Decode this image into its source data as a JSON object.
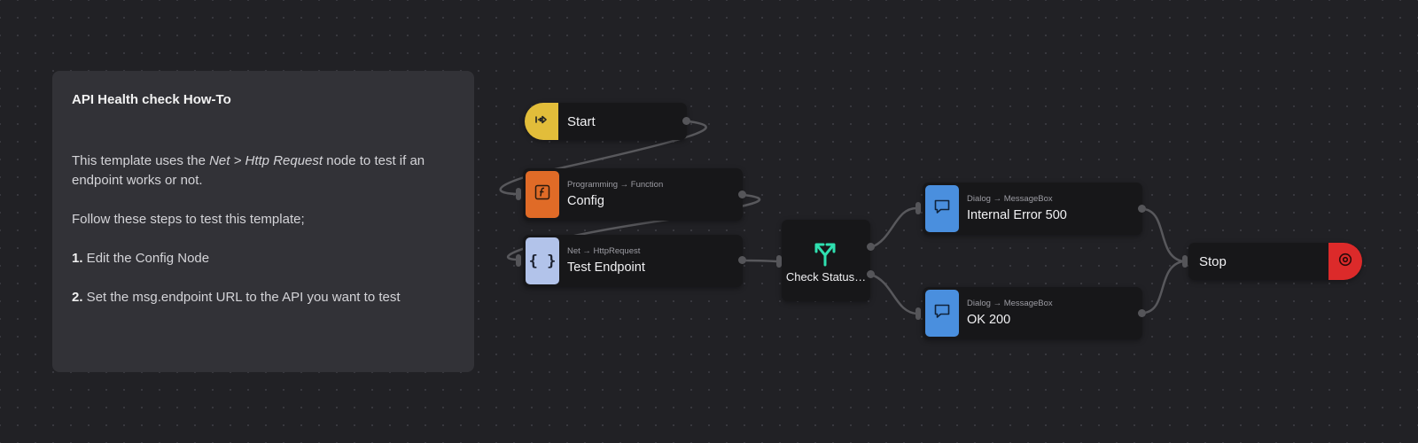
{
  "note": {
    "title": "API Health check How-To",
    "para1_a": "This template uses the ",
    "para1_em": "Net > Http Request",
    "para1_b": " node to test if an endpoint works or not.",
    "para2": "Follow these steps to test this template;",
    "step1_num": "1.",
    "step1_text": " Edit the Config Node",
    "step2_num": "2.",
    "step2_text": " Set the msg.endpoint URL to the API you want to test"
  },
  "nodes": {
    "start": {
      "label": "Start",
      "color": "#e2bd3a",
      "icon": "login-arrow-icon"
    },
    "config": {
      "category": "Programming → Function",
      "label": "Config",
      "color": "#e06b27",
      "icon": "function-icon"
    },
    "test_endpoint": {
      "category": "Net → HttpRequest",
      "label": "Test Endpoint",
      "color": "#b2c3ea",
      "icon": "braces-icon"
    },
    "check_status": {
      "label": "Check Status…",
      "color": "#2fe0b0",
      "icon": "split-arrow-icon"
    },
    "internal_error": {
      "category": "Dialog → MessageBox",
      "label": "Internal Error 500",
      "color": "#4a8fde",
      "icon": "message-icon"
    },
    "ok_200": {
      "category": "Dialog → MessageBox",
      "label": "OK 200",
      "color": "#4a8fde",
      "icon": "message-icon"
    },
    "stop": {
      "label": "Stop",
      "color": "#dc2a2a",
      "icon": "stop-icon"
    }
  }
}
